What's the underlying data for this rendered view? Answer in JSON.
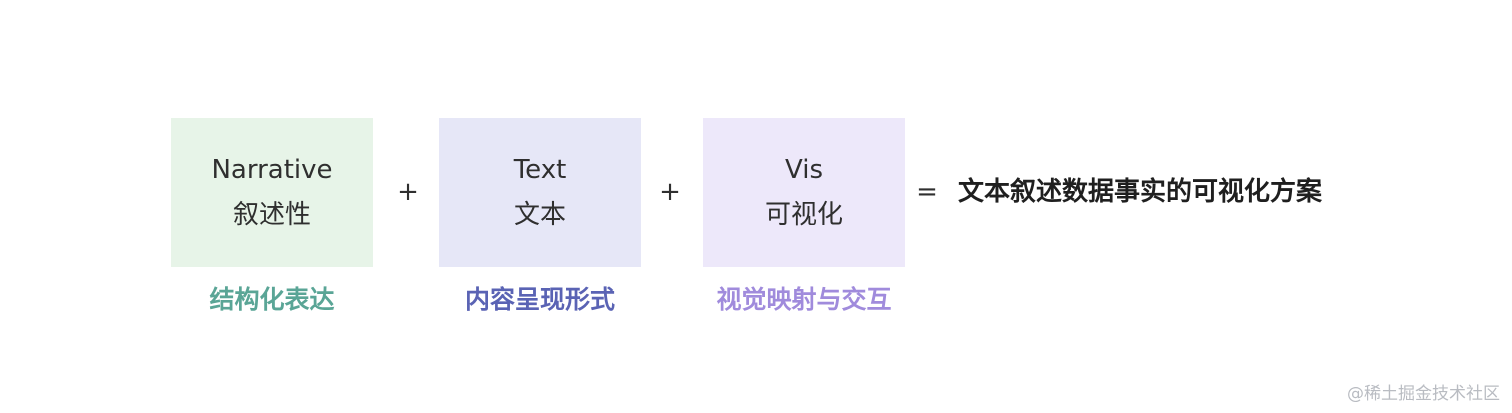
{
  "terms": [
    {
      "en": "Narrative",
      "zh": "叙述性",
      "caption": "结构化表达",
      "box_color": "#e7f4e8",
      "caption_color": "#5aa596"
    },
    {
      "en": "Text",
      "zh": "文本",
      "caption": "内容呈现形式",
      "box_color": "#e6e7f7",
      "caption_color": "#5a63b4"
    },
    {
      "en": "Vis",
      "zh": "可视化",
      "caption": "视觉映射与交互",
      "box_color": "#ede8fa",
      "caption_color": "#a08bdc"
    }
  ],
  "operators": {
    "plus_1": "+",
    "plus_2": "+",
    "equals": "="
  },
  "result": "文本叙述数据事实的可视化方案",
  "watermark": "@稀土掘金技术社区"
}
